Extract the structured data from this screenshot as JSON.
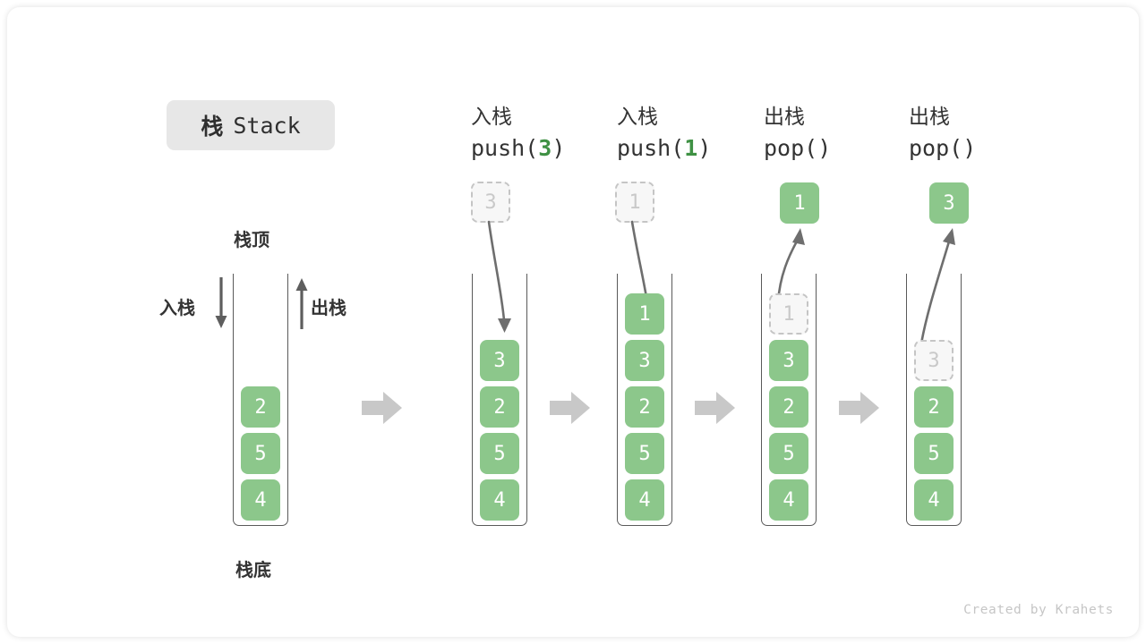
{
  "title": {
    "cn": "栈",
    "en": "Stack"
  },
  "labels": {
    "top": "栈顶",
    "bottom": "栈底",
    "push_side": "入栈",
    "pop_side": "出栈"
  },
  "watermark": "Created by Krahets",
  "colors": {
    "element_fill": "#8cc78b",
    "element_text": "#ffffff",
    "ghost_fill": "#f7f7f7",
    "ghost_border": "#c5c5c5",
    "ghost_text": "#c9c9c9",
    "accent_green": "#3f9144",
    "arrow_gray": "#6e6e6e",
    "block_arrow": "#c8c8c8",
    "badge_bg": "#e7e7e7",
    "text": "#333333"
  },
  "columns": [
    {
      "id": "initial",
      "header_cn": "",
      "header_code": "",
      "stack": [
        "2",
        "5",
        "4"
      ],
      "incoming": null,
      "outgoing": null,
      "ghost_slot": null
    },
    {
      "id": "push-3",
      "header_cn": "入栈",
      "header_code_prefix": "push(",
      "header_code_arg": "3",
      "header_code_suffix": ")",
      "header_code": "push(3)",
      "incoming": "3",
      "stack": [
        "3",
        "2",
        "5",
        "4"
      ],
      "outgoing": null,
      "ghost_slot": null
    },
    {
      "id": "push-1",
      "header_cn": "入栈",
      "header_code_prefix": "push(",
      "header_code_arg": "1",
      "header_code_suffix": ")",
      "header_code": "push(1)",
      "incoming": "1",
      "stack": [
        "1",
        "3",
        "2",
        "5",
        "4"
      ],
      "outgoing": null,
      "ghost_slot": null
    },
    {
      "id": "pop-1",
      "header_cn": "出栈",
      "header_code_prefix": "pop(",
      "header_code_arg": "",
      "header_code_suffix": ")",
      "header_code": "pop()",
      "incoming": null,
      "outgoing": "1",
      "ghost_slot": "1",
      "stack": [
        "3",
        "2",
        "5",
        "4"
      ]
    },
    {
      "id": "pop-3",
      "header_cn": "出栈",
      "header_code_prefix": "pop(",
      "header_code_arg": "",
      "header_code_suffix": ")",
      "header_code": "pop()",
      "incoming": null,
      "outgoing": "3",
      "ghost_slot": "3",
      "stack": [
        "2",
        "5",
        "4"
      ]
    }
  ],
  "cells": {
    "c0": [
      "2",
      "5",
      "4"
    ],
    "c1": [
      "3",
      "2",
      "5",
      "4"
    ],
    "c2": [
      "1",
      "3",
      "2",
      "5",
      "4"
    ],
    "c3": [
      "3",
      "2",
      "5",
      "4"
    ],
    "c4": [
      "2",
      "5",
      "4"
    ],
    "ghost_c1_in": "3",
    "ghost_c2_in": "1",
    "ghost_c3_slot": "1",
    "ghost_c4_slot": "3",
    "out_c3": "1",
    "out_c4": "3"
  }
}
